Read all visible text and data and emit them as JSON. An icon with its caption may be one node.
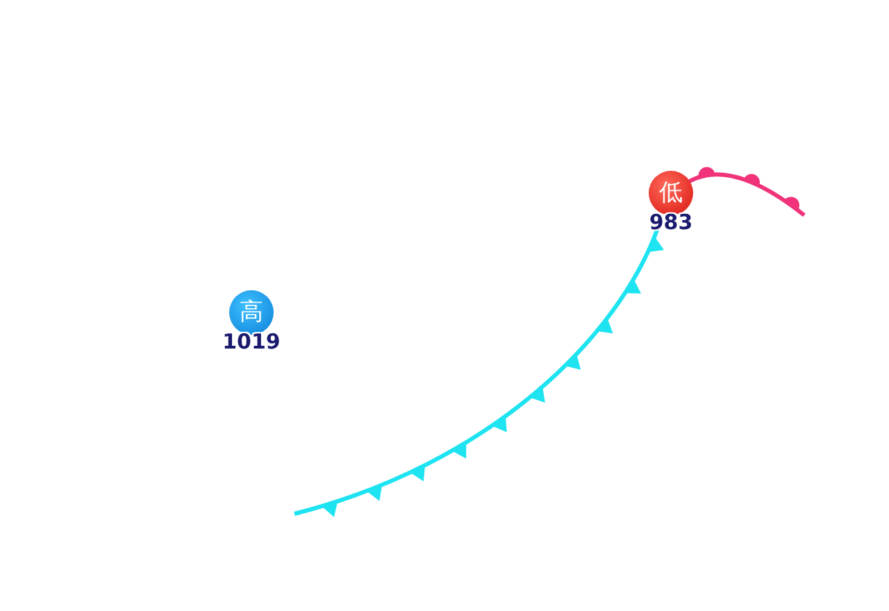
{
  "diagram": {
    "nodes": [
      {
        "text": [
          "高"
        ],
        "beside": [
          "1019"
        ]
      },
      {
        "text": [
          "低"
        ],
        "beside": [
          "983"
        ]
      }
    ]
  }
}
